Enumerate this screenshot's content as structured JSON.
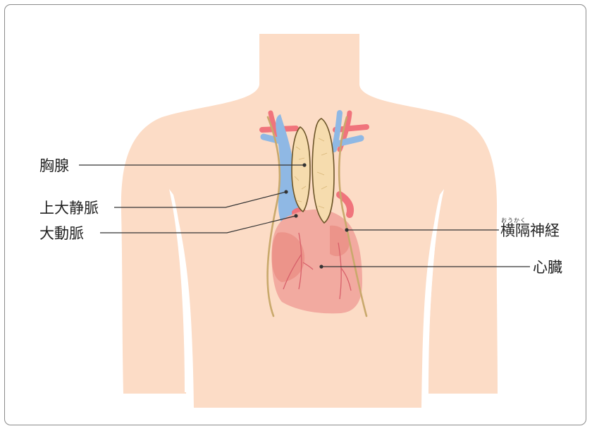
{
  "labels": {
    "thymus": "胸腺",
    "svc": "上大静脈",
    "aorta": "大動脈",
    "phrenic": "横隔神経",
    "phrenic_ruby": "おうかく",
    "heart": "心臓"
  },
  "colors": {
    "skin": "#fcdcc6",
    "vein": "#8fb8e4",
    "artery": "#f0747c",
    "thymus": "#f6dcae",
    "thymus_outline": "#6b5428",
    "heart": "#f2aaa0",
    "heart_shade": "#ec948a",
    "nerve": "#c9a96c",
    "leader": "#333333",
    "frame": "#8a8a8a"
  }
}
